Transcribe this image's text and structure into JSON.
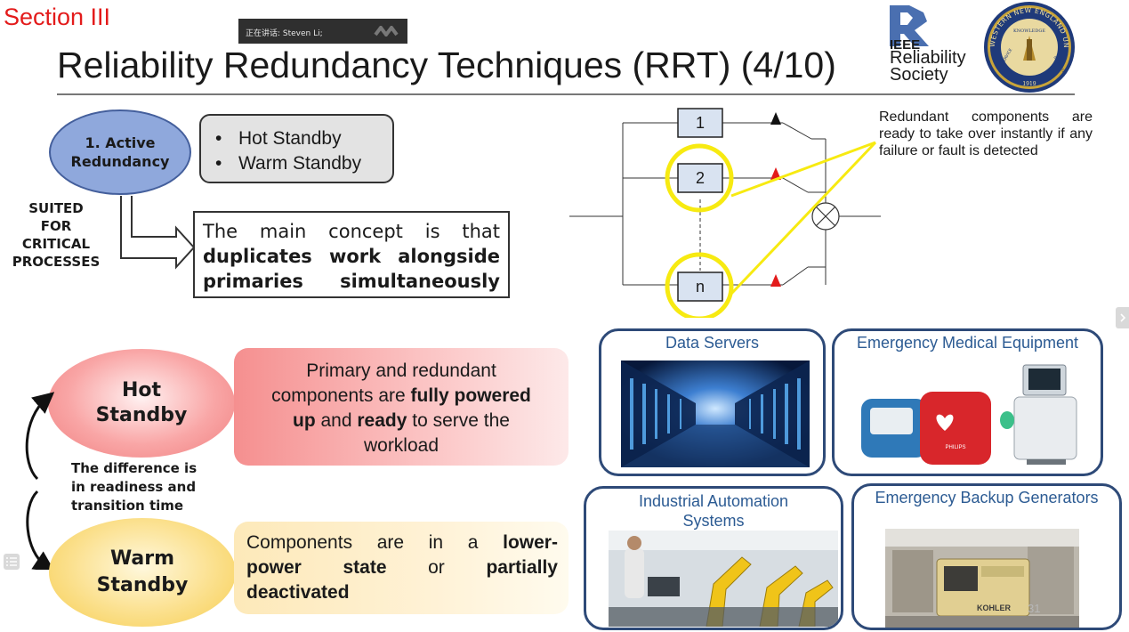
{
  "slide": {
    "section_label": "Section III",
    "title": "Reliability Redundancy Techniques (RRT) (4/10)",
    "slide_number": "31"
  },
  "meeting_overlay": {
    "speaker_text": "正在讲话: Steven Li;"
  },
  "logos": {
    "ieee_name": "IEEE",
    "ieee_line1": "Reliability",
    "ieee_line2": "Society",
    "seal_text": "WESTERN NEW ENGLAND UNIVERSITY",
    "seal_motto_left": "SERVICE",
    "seal_motto_right": "INTEGRITY",
    "seal_banner": "KNOWLEDGE",
    "seal_year": "1919"
  },
  "active_redundancy": {
    "label_line1": "1. Active",
    "label_line2": "Redundancy",
    "bullets": [
      "Hot Standby",
      "Warm Standby"
    ],
    "suited_line1": "SUITED",
    "suited_line2": "FOR",
    "suited_line3": "CRITICAL",
    "suited_line4": "PROCESSES",
    "concept_line1": "The main concept is that",
    "concept_line2": "duplicates work alongside",
    "concept_line3": "primaries simultaneously"
  },
  "diagram": {
    "block_labels": [
      "1",
      "2",
      "n"
    ],
    "note": "Redundant components are ready to take over instantly if any failure or fault is detected",
    "colors": {
      "highlight": "#f7ea11",
      "block_fill": "#d9e3f1",
      "active_marker": "#e31b1b",
      "idle_marker": "#111111"
    }
  },
  "hot_standby": {
    "label_line1": "Hot",
    "label_line2": "Standby",
    "desc_line1": "Primary and redundant",
    "desc_line2a": "components are ",
    "desc_line2b": "fully powered",
    "desc_line3a": "up",
    "desc_line3b": " and ",
    "desc_line3c": "ready",
    "desc_line3d": " to serve the",
    "desc_line4": "workload"
  },
  "difference": {
    "line1": "The difference is",
    "line2": "in readiness and",
    "line3": "transition time"
  },
  "warm_standby": {
    "label_line1": "Warm",
    "label_line2": "Standby",
    "desc_w1": "Components",
    "desc_w2": "are",
    "desc_w3": "in",
    "desc_w4": "a",
    "desc_w5": "lower-",
    "desc_w6": "power",
    "desc_w7": "state",
    "desc_w8": "or",
    "desc_w9": "partially",
    "desc_w10": "deactivated"
  },
  "applications": {
    "tiles": [
      {
        "title": "Data Servers"
      },
      {
        "title": "Emergency Medical Equipment"
      },
      {
        "title_line1": "Industrial Automation",
        "title_line2": "Systems"
      },
      {
        "title": "Emergency Backup Generators"
      }
    ],
    "medical_device_brand": "PHILIPS",
    "generator_brand": "KOHLER"
  },
  "viewer_controls": {
    "next_icon": "chevron-right-icon",
    "outline_icon": "list-icon"
  }
}
